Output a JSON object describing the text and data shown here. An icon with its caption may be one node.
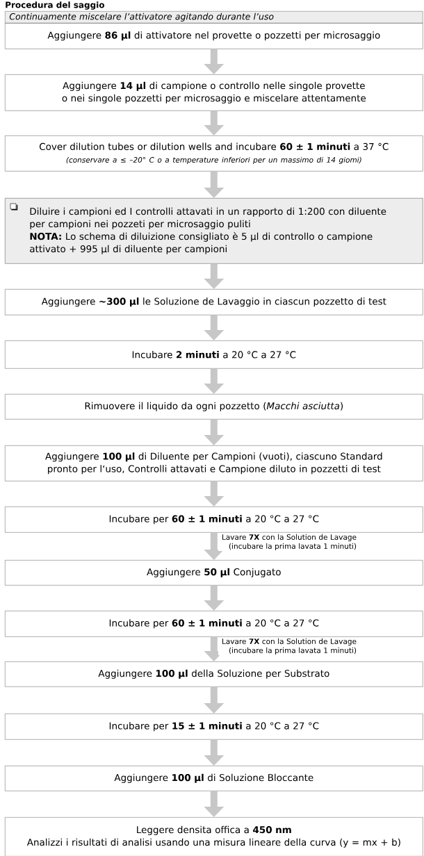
{
  "diagram": {
    "title": "Procedura del saggio",
    "nodes": [
      {
        "text": [
          "Continuamente miscelare l’attivatore agitando durante l’uso"
        ]
      },
      {
        "text": [
          "Aggiungere **86 µl** di attivatore nel provette o pozzetti per microsaggio"
        ]
      },
      {
        "text": [
          "Aggiungere **14 µl** di campione o controllo nelle singole provette o nei singole pozzetti per microsaggio e miscelare attentamente"
        ]
      },
      {
        "text": [
          "Cover dilution tubes or dilution wells and incubare **60 ± 1 minuti** a 37 °C",
          "(conservare a ≤ –20° C o a temperature inferiori per un massimo di 14 giomi)"
        ]
      },
      {
        "text": [
          "Diluire i campioni ed I controlli attavati in un rapporto di 1:200 con diluente per campioni nei pozzeti per microsaggio puliti",
          "**NOTA:** Lo schema di diluizione consigliato è 5 µl di controllo o campione attivato + 995 µl di diluente per campioni"
        ]
      },
      {
        "text": [
          "Aggiungere **~300 µl** le Soluzione de Lavaggio in ciascun pozzetto di test"
        ]
      },
      {
        "text": [
          "Incubare **2 minuti** a 20 °C a 27 °C"
        ]
      },
      {
        "text": [
          "Rimuovere il liquido da ogni pozzetto (*Macchi asciutta*)"
        ]
      },
      {
        "text": [
          "Aggiungere **100 µl** di Diluente per Campioni (vuoti), ciascuno Standard pronto per l‘uso, Controlli attavati e Campione diluto in pozzetti di test"
        ]
      },
      {
        "text": [
          "Incubare per **60 ± 1 minuti** a 20 °C a 27 °C"
        ]
      },
      {
        "text": [
          "Aggiungere **50 µl** Conjugato"
        ]
      },
      {
        "text": [
          "Incubare per **60 ± 1 minuti** a 20 °C a 27 °C"
        ]
      },
      {
        "text": [
          "Aggiungere **100 µl** della Soluzione per Substrato"
        ]
      },
      {
        "text": [
          "Incubare per **15 ± 1 minuti** a 20 °C a 27 °C"
        ]
      },
      {
        "text": [
          "Aggiungere **100 µl** di Soluzione Bloccante"
        ]
      },
      {
        "text": [
          "Leggere densita offica a **450 nm**",
          "Analizzi i risultati di analisi usando una misura lineare della curva (y = mx + b)"
        ]
      }
    ],
    "edges": [
      {
        "from": 1,
        "to": 2,
        "arrow": "to"
      },
      {
        "from": 2,
        "to": 3,
        "arrow": "to"
      },
      {
        "from": 3,
        "to": 4,
        "arrow": "to"
      },
      {
        "from": 4,
        "to": 5,
        "arrow": "to"
      },
      {
        "from": 5,
        "to": 6,
        "arrow": "to"
      },
      {
        "from": 6,
        "to": 7,
        "arrow": "to"
      },
      {
        "from": 7,
        "to": 8,
        "arrow": "to"
      },
      {
        "from": 8,
        "to": 9,
        "arrow": "to"
      },
      {
        "from": 9,
        "to": 10,
        "arrow": "to",
        "label": "Lavare **7X** con la Solution de Lavage (incubare la prima lavata 1 minuti)"
      },
      {
        "from": 10,
        "to": 11,
        "arrow": "to"
      },
      {
        "from": 11,
        "to": 12,
        "arrow": "to",
        "label": "Lavare **7X** con la Solution de Lavage (incubare la prima lavata 1 minuti)"
      },
      {
        "from": 12,
        "to": 13,
        "arrow": "to"
      },
      {
        "from": 13,
        "to": 14,
        "arrow": "to"
      },
      {
        "from": 14,
        "to": 15,
        "arrow": "to"
      }
    ]
  }
}
